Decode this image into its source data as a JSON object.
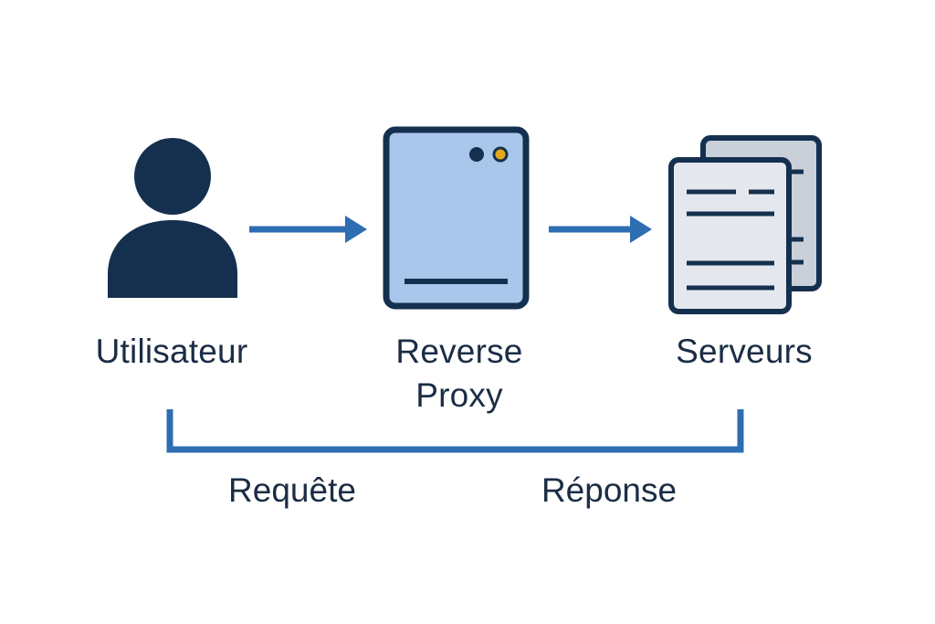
{
  "nodes": {
    "user": {
      "label": "Utilisateur",
      "icon": "user-icon"
    },
    "proxy": {
      "label_line1": "Reverse",
      "label_line2": "Proxy",
      "icon": "server-box-icon"
    },
    "servers": {
      "label": "Serveurs",
      "icon": "documents-icon"
    }
  },
  "flow": {
    "request_label": "Requête",
    "response_label": "Réponse"
  },
  "colors": {
    "dark_navy": "#15304f",
    "arrow_blue": "#2f6db3",
    "proxy_fill": "#a9c7ea",
    "document_fill": "#e4e8ee",
    "document_back_fill": "#c9d0da",
    "status_led_dark": "#15304f",
    "status_led_yellow": "#e2a91b",
    "text": "#1b2d45"
  }
}
